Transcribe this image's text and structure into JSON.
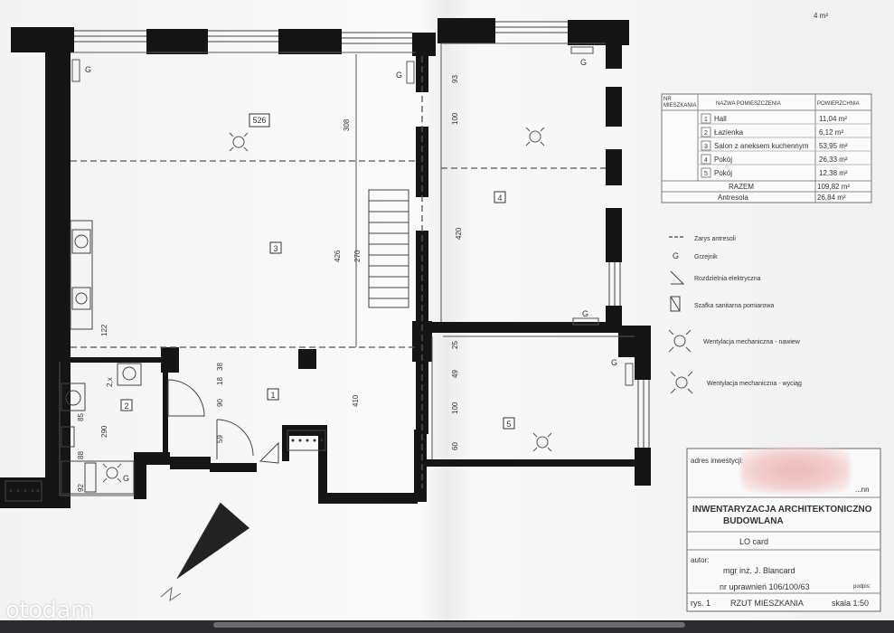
{
  "page": {
    "watermark": "otodam",
    "corner_note": "4 m²"
  },
  "plan": {
    "room_labels": [
      {
        "key": "r526",
        "text": "526"
      },
      {
        "key": "r3",
        "text": "3"
      },
      {
        "key": "r4",
        "text": "4"
      },
      {
        "key": "r1",
        "text": "1"
      },
      {
        "key": "r2",
        "text": "2"
      },
      {
        "key": "r5",
        "text": "5"
      }
    ],
    "dims": {
      "d308": "308",
      "d426": "426",
      "d270": "270",
      "d410": "410",
      "d420": "420",
      "d93": "93",
      "d100a": "100",
      "d122": "122",
      "d38": "38",
      "d18": "18",
      "d90": "90",
      "d59": "59",
      "d2x": "2,x",
      "d290": "290",
      "d85": "85",
      "d88": "88",
      "d92": "92",
      "d25": "25",
      "d49": "49",
      "d100b": "100",
      "d60": "60"
    },
    "markers": {
      "g": "G"
    }
  },
  "table": {
    "headers": {
      "nr": "NR",
      "mieszkania": "MIESZKANIA",
      "nazwa": "NAZWA POMIESZCZENIA",
      "pow": "POWIERZCHNIA"
    },
    "rows": [
      {
        "nr": "1",
        "name": "Hall",
        "area": "11,04 m²"
      },
      {
        "nr": "2",
        "name": "Łazienka",
        "area": "6,12 m²"
      },
      {
        "nr": "3",
        "name": "Salon z aneksem kuchennym",
        "area": "53,95 m²"
      },
      {
        "nr": "4",
        "name": "Pokój",
        "area": "26,33 m²"
      },
      {
        "nr": "5",
        "name": "Pokój",
        "area": "12,38 m²"
      }
    ],
    "total_label": "RAZEM",
    "total_area": "109,82 m²",
    "mezz_label": "Antresola",
    "mezz_area": "26,84 m²"
  },
  "legend": [
    {
      "key": "zarys",
      "text": "Zarys antresoli"
    },
    {
      "key": "grzejnik",
      "symbol": "G",
      "text": "Grzejnik"
    },
    {
      "key": "rozdzielnia",
      "text": "Rozdzielnia elektryczna"
    },
    {
      "key": "szafka",
      "text": "Szafka sanitarna pomiarowa"
    },
    {
      "key": "nawiew",
      "text": "Wentylacja mechaniczna - nawiew"
    },
    {
      "key": "wyciag",
      "text": "Wentylacja mechaniczna - wyciąg"
    }
  ],
  "title_block": {
    "address_label": "adres inwestycji:",
    "address_partial": "...nn",
    "title_line1": "INWENTARYZACJA ARCHITEKTONICZNO",
    "title_line2": "BUDOWLANA",
    "project": "LO card",
    "author_label": "autor:",
    "author": "mgr inż. J. Blancard",
    "license": "nr uprawnień 106/100/63",
    "sign_label": "podpis:",
    "fig": "rys. 1",
    "drawing_name": "RZUT MIESZKANIA",
    "scale": "skala 1:50"
  }
}
